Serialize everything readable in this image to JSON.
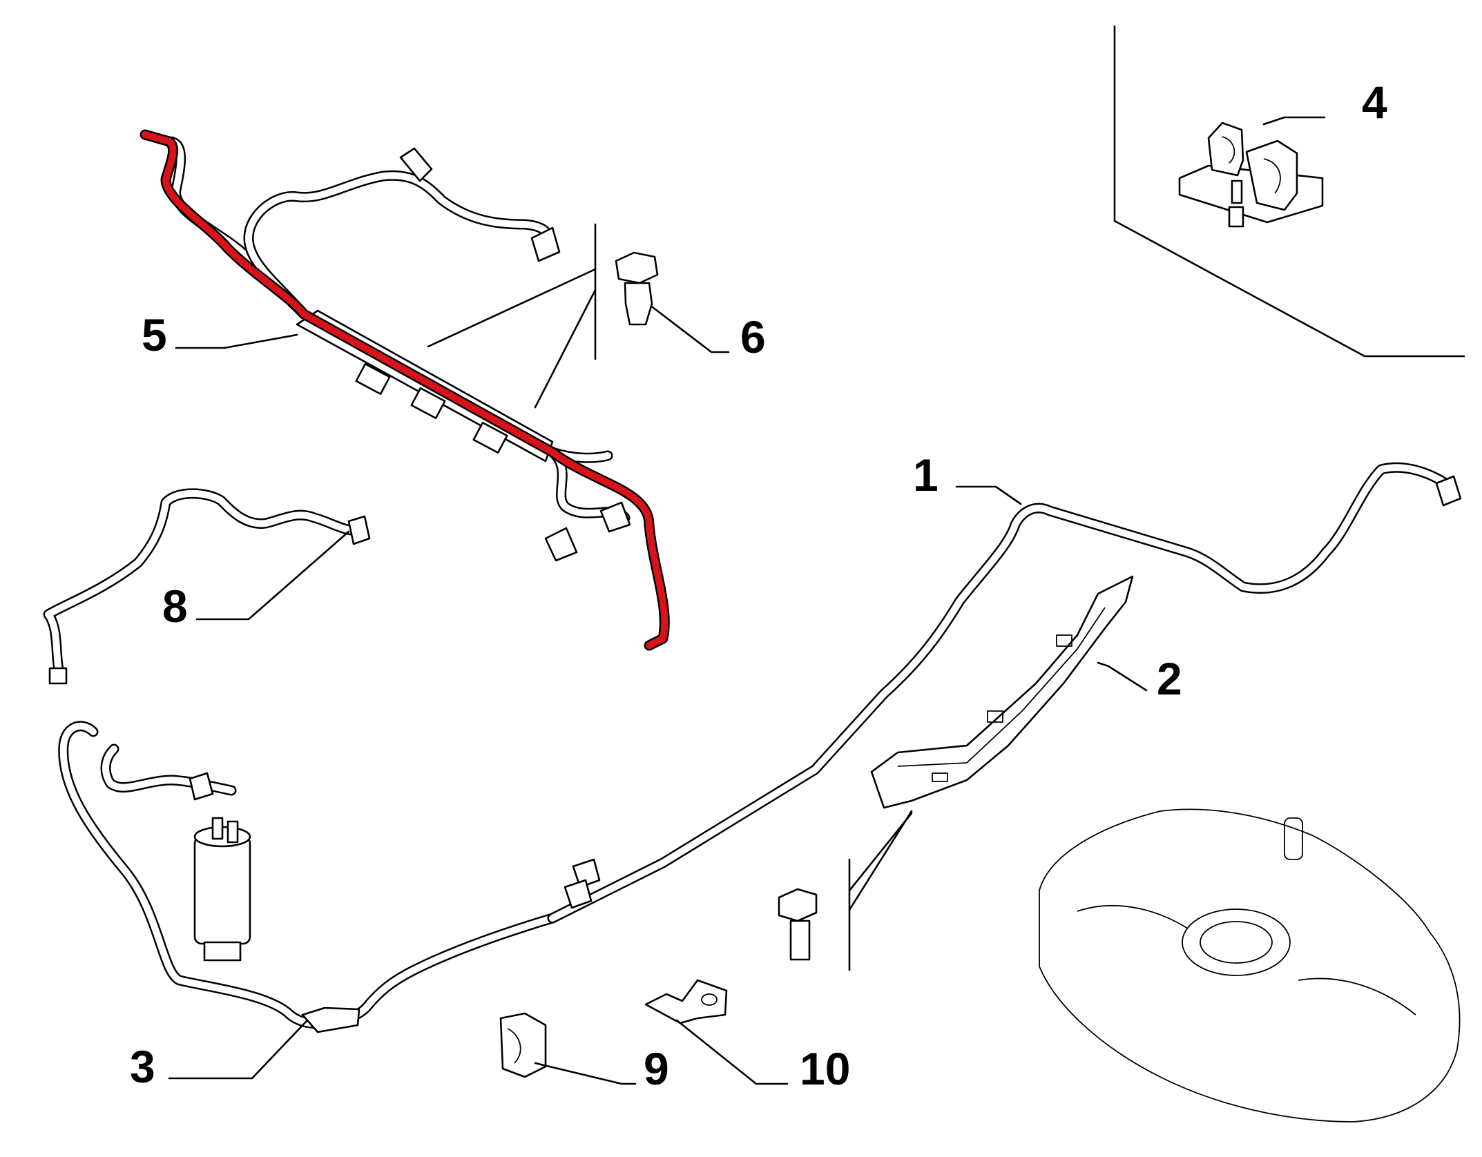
{
  "diagram": {
    "callouts": [
      {
        "id": "1",
        "label": "1"
      },
      {
        "id": "2",
        "label": "2"
      },
      {
        "id": "3",
        "label": "3"
      },
      {
        "id": "4",
        "label": "4"
      },
      {
        "id": "5",
        "label": "5"
      },
      {
        "id": "6",
        "label": "6"
      },
      {
        "id": "8",
        "label": "8"
      },
      {
        "id": "9",
        "label": "9"
      },
      {
        "id": "10",
        "label": "10"
      }
    ],
    "colors": {
      "line": "#000000",
      "highlight": "#d8141a",
      "background": "#ffffff"
    }
  }
}
